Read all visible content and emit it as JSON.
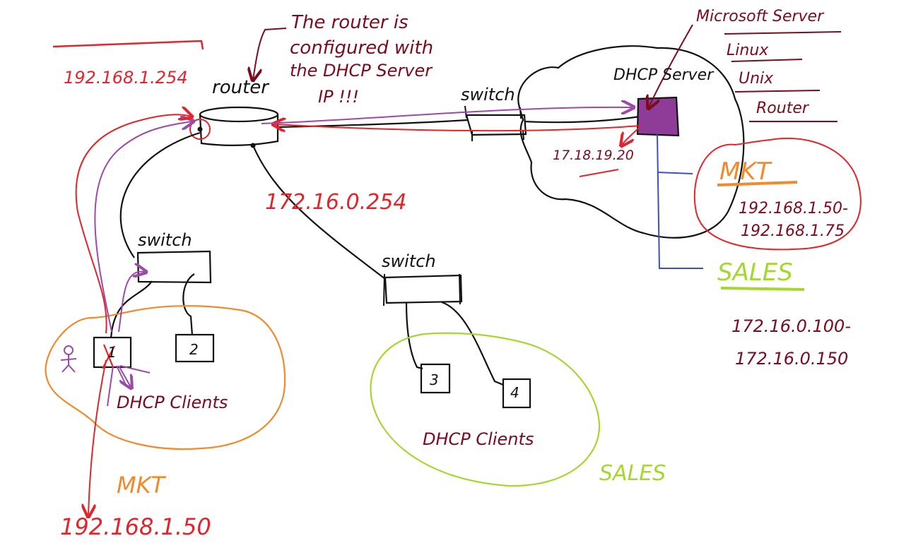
{
  "colors": {
    "black": "#111111",
    "red": "#e0262c",
    "maroon": "#7a0c1e",
    "purple": "#9b4aa8",
    "orange": "#f08a2c",
    "lime": "#a6d632",
    "blue": "#3d4fc4",
    "server_fill": "#8e3c98"
  },
  "labels": {
    "router_ip_top": "192.168.1.254",
    "router": "router",
    "note_line1": "The router is",
    "note_line2": "configured with",
    "note_line3": "the DHCP Server",
    "note_line4": "IP !!!",
    "switch_top": "switch",
    "dhcp_server": "DHCP Server",
    "server_ip": "17.18.19.20",
    "router_ip_bottom": "172.16.0.254",
    "switch_left": "switch",
    "switch_middle": "switch",
    "client_1": "1",
    "client_2": "2",
    "client_3": "3",
    "client_4": "4",
    "clients_left": "DHCP Clients",
    "clients_right": "DHCP Clients",
    "mkt_left": "MKT",
    "sales_bottom": "SALES",
    "client_ip": "192.168.1.50"
  },
  "server_types": [
    "Microsoft Server",
    "Linux",
    "Unix",
    "Router"
  ],
  "scopes": {
    "mkt": {
      "name": "MKT",
      "range_start": "192.168.1.50-",
      "range_end": "192.168.1.75"
    },
    "sales": {
      "name": "SALES",
      "range_start": "172.16.0.100-",
      "range_end": "172.16.0.150"
    }
  }
}
